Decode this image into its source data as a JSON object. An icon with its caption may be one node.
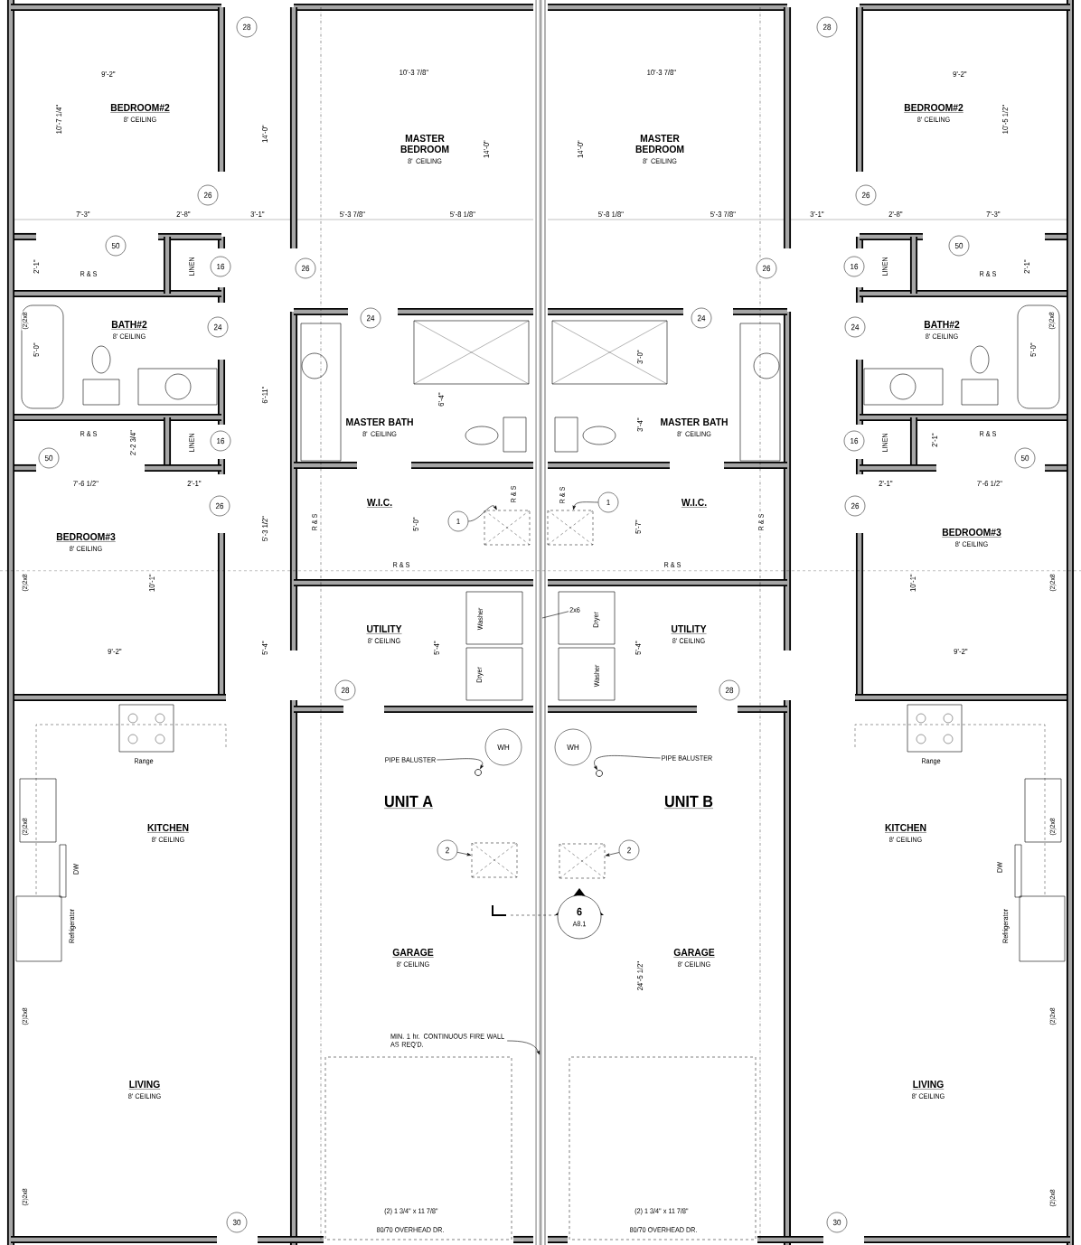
{
  "diagram": {
    "nodes": [
      {
        "text": [
          "BEDROOM#2",
          "8' CEILING"
        ]
      },
      {
        "text": [
          "28"
        ]
      },
      {
        "text": [
          "MASTER BEDROOM",
          "8' CEILING"
        ]
      },
      {
        "text": [
          "MASTER BEDROOM",
          "8' CEILING"
        ]
      },
      {
        "text": [
          "28"
        ]
      },
      {
        "text": [
          "BEDROOM#2",
          "8' CEILING"
        ]
      },
      {
        "text": [
          "26"
        ]
      },
      {
        "text": [
          "26"
        ]
      },
      {
        "text": [
          "50"
        ]
      },
      {
        "text": [
          "16"
        ]
      },
      {
        "text": [
          "26"
        ]
      },
      {
        "text": [
          "26"
        ]
      },
      {
        "text": [
          "16"
        ]
      },
      {
        "text": [
          "50"
        ]
      },
      {
        "text": [
          "24"
        ]
      },
      {
        "text": [
          "24"
        ]
      },
      {
        "text": [
          "BATH#2",
          "8' CEILING"
        ]
      },
      {
        "text": [
          "24"
        ]
      },
      {
        "text": [
          "24"
        ]
      },
      {
        "text": [
          "BATH#2",
          "8' CEILING"
        ]
      },
      {
        "text": [
          "MASTER BATH",
          "8' CEILING"
        ]
      },
      {
        "text": [
          "MASTER BATH",
          "8' CEILING"
        ]
      },
      {
        "text": [
          "16"
        ]
      },
      {
        "text": [
          "50"
        ]
      },
      {
        "text": [
          "16"
        ]
      },
      {
        "text": [
          "50"
        ]
      },
      {
        "text": [
          "26"
        ]
      },
      {
        "text": [
          "W.I.C."
        ]
      },
      {
        "text": [
          "1"
        ]
      },
      {
        "text": [],
        "shape": "box"
      },
      {
        "text": [
          "1"
        ]
      },
      {
        "text": [],
        "shape": "box"
      },
      {
        "text": [
          "W.I.C."
        ]
      },
      {
        "text": [
          "26"
        ]
      },
      {
        "text": [
          "BEDROOM#3",
          "8' CEILING"
        ]
      },
      {
        "text": [
          "BEDROOM#3",
          "8' CEILING"
        ]
      },
      {
        "text": [
          "UTILITY",
          "8' CEILING"
        ]
      },
      {
        "text": [
          "UTILITY",
          "8' CEILING"
        ]
      },
      {
        "text": [
          "28"
        ]
      },
      {
        "text": [
          "28"
        ]
      },
      {
        "text": [
          "WH"
        ]
      },
      {
        "text": [
          "WH"
        ]
      },
      {
        "text": [
          "PIPE BALUSTER"
        ]
      },
      {
        "text": [],
        "shape": "circle"
      },
      {
        "text": [
          "PIPE BALUSTER"
        ]
      },
      {
        "text": [],
        "shape": "circle"
      },
      {
        "text": [
          "KITCHEN",
          "8' CEILING"
        ]
      },
      {
        "text": [
          "KITCHEN",
          "8' CEILING"
        ]
      },
      {
        "text": [
          "2"
        ]
      },
      {
        "text": [],
        "shape": "box"
      },
      {
        "text": [],
        "shape": "box"
      },
      {
        "text": [
          "2"
        ]
      },
      {
        "text": [
          "6",
          "A8.1"
        ]
      },
      {
        "text": [
          "GARAGE",
          "8' CEILING"
        ]
      },
      {
        "text": [
          "GARAGE",
          "8' CEILING"
        ]
      },
      {
        "text": [
          "MIN. 1 hr. CONTINUOUS FIRE WALL AS REQ'D."
        ]
      },
      {
        "text": [
          "LIVING",
          "8' CEILING"
        ]
      },
      {
        "text": [
          "LIVING",
          "8' CEILING"
        ]
      },
      {
        "text": [
          "30"
        ]
      },
      {
        "text": [
          "30"
        ]
      },
      {
        "text": [
          "2x6"
        ]
      }
    ],
    "edges": [
      {
        "from": 28,
        "to": 29,
        "arrow": "to"
      },
      {
        "from": 30,
        "to": 31,
        "arrow": "to"
      },
      {
        "from": 42,
        "to": 43,
        "arrow": "to"
      },
      {
        "from": 44,
        "to": 45,
        "arrow": "to"
      },
      {
        "from": 48,
        "to": 49,
        "arrow": "to"
      },
      {
        "from": 51,
        "to": 50,
        "arrow": "to"
      },
      {
        "from": 60,
        "to": null,
        "arrow": "none"
      },
      {
        "from": 55,
        "to": null,
        "arrow": "to"
      }
    ],
    "labels": [
      "9'-2\"",
      "10'-7 1/4\"",
      "10'-3 7/8\"",
      "10'-3 7/8\"",
      "9'-2\"",
      "10'-5 1/2\"",
      "14'-0\"",
      "14'-0\"",
      "14'-0\"",
      "7'-3\"",
      "2'-8\"",
      "3'-1\"",
      "5'-3 7/8\"",
      "5'-8 1/8\"",
      "5'-8 1/8\"",
      "5'-3 7/8\"",
      "3'-1\"",
      "2'-8\"",
      "7'-3\"",
      "2'-1\"",
      "R & S",
      "LINEN",
      "LINEN",
      "R & S",
      "2'-1\"",
      "(2)2x8",
      "5'-0\"",
      "3'-0\"",
      "5'-0\"",
      "(2)2x8",
      "6'-11\"",
      "6'-4\"",
      "3'-4\"",
      "R & S",
      "2'-2 3/4\"",
      "LINEN",
      "LINEN",
      "2'-1\"",
      "R & S",
      "7'-6 1/2\"",
      "2'-1\"",
      "2'-1\"",
      "7'-6 1/2\"",
      "R & S",
      "5'-0\"",
      "R & S",
      "R & S",
      "5'-7\"",
      "R & S",
      "5'-3 1/2\"",
      "R & S",
      "R & S",
      "(2)2x8",
      "10'-1\"",
      "10'-1\"",
      "(2)2x8",
      "Washer",
      "Dryer",
      "9'-2\"",
      "9'-2\"",
      "5'-4\"",
      "5'-4\"",
      "5'-4\"",
      "Dryer",
      "Washer",
      "Range",
      "Range",
      "UNIT A",
      "UNIT B",
      "(2)2x8",
      "(2)2x8",
      "DW",
      "DW",
      "Refrigerator",
      "Refrigerator",
      "24'-5 1/2\"",
      "(2)2x8",
      "(2)2x8",
      "(2)2x8",
      "(2)2x8",
      "(2) 1 3/4\" x 11 7/8\"",
      "(2) 1 3/4\" x 11 7/8\"",
      "80/70 OVERHEAD DR.",
      "80/70 OVERHEAD DR."
    ]
  }
}
